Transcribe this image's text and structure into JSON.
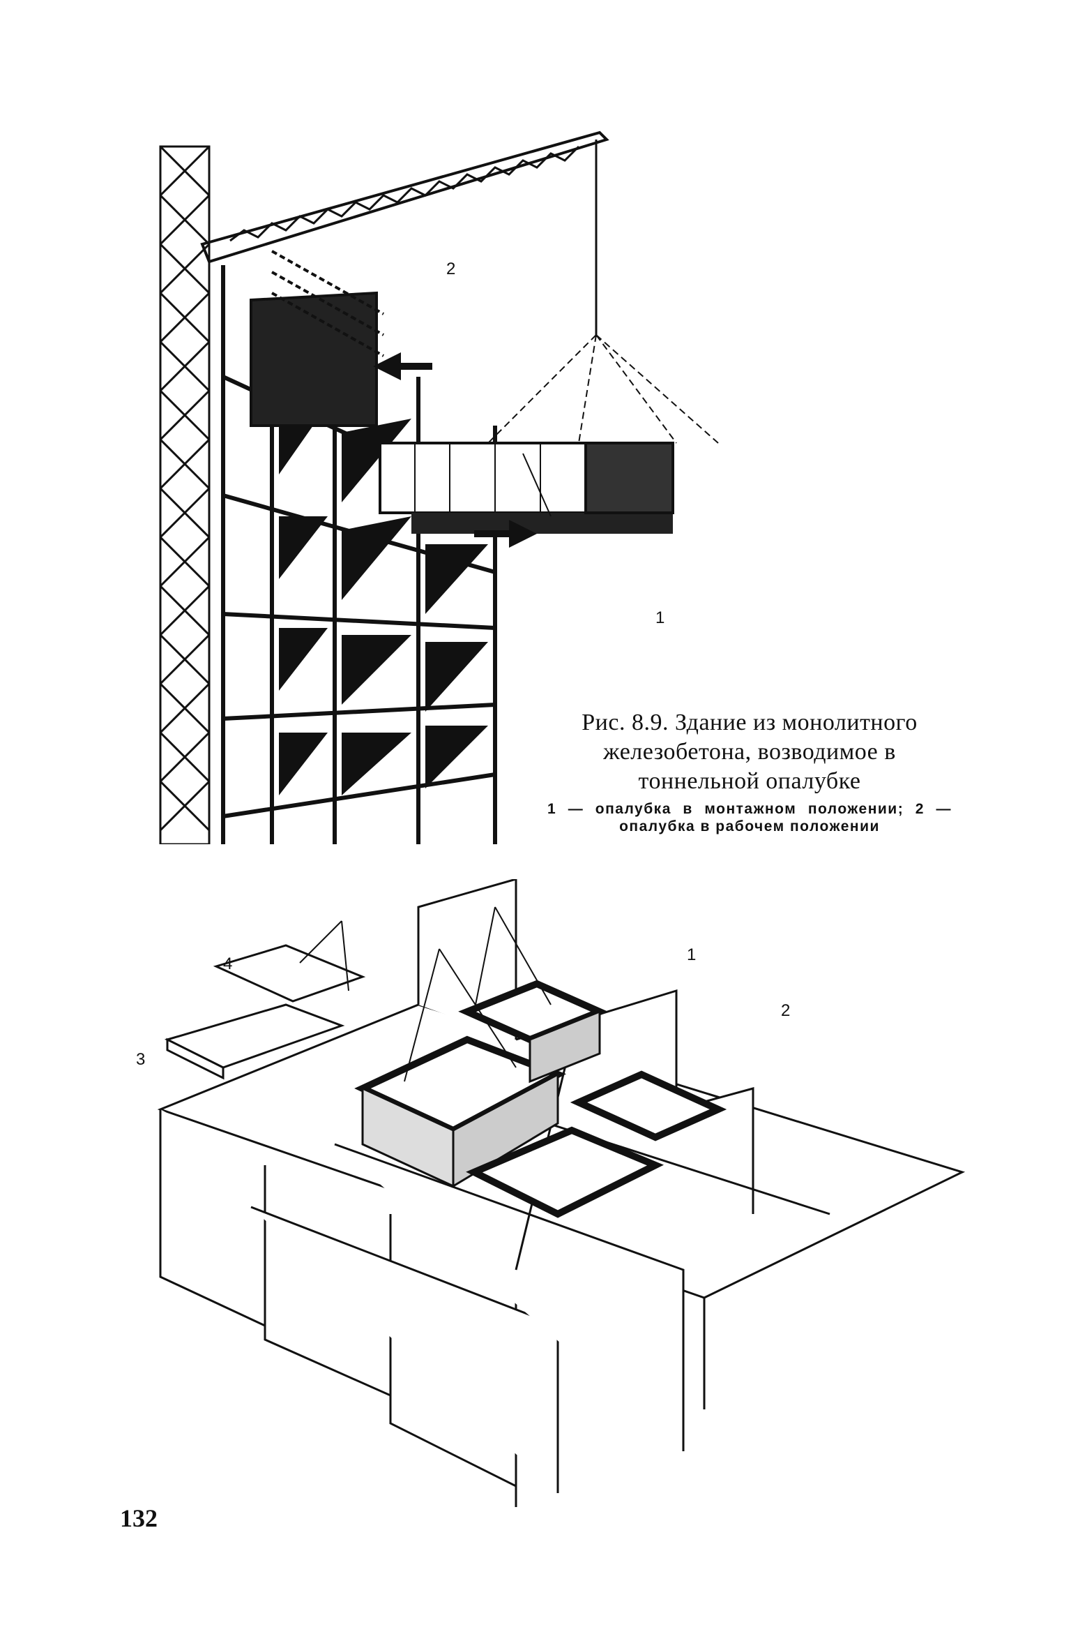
{
  "figure_89": {
    "caption_title_bold": "Рис. 8.9.",
    "caption_title_rest": "Здание из монолитного железобетона, возводимое в тоннельной опалубке",
    "caption_legend": "1 — опалубка в монтажном положении; 2 — опалубка в рабочем положении",
    "label_1": "1",
    "label_2": "2"
  },
  "figure_iso": {
    "label_1": "1",
    "label_2": "2",
    "label_3": "3",
    "label_4": "4"
  },
  "page_number": "132"
}
